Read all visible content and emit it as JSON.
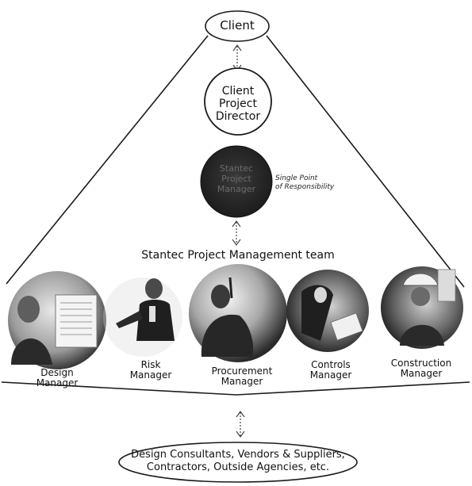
{
  "diagram": {
    "client": {
      "label": "Client"
    },
    "client_project_director": {
      "label": "Client\nProject\nDirector"
    },
    "stantec_project_manager": {
      "label": "Stantec\nProject\nManager"
    },
    "single_point_note": {
      "label": "Single Point\nof Responsibility"
    },
    "team": {
      "title": "Stantec Project Management team",
      "members": [
        {
          "label": "Design\nManager",
          "photo": "person-at-document-board"
        },
        {
          "label": "Risk\nManager",
          "photo": "man-in-suit-gesturing"
        },
        {
          "label": "Procurement\nManager",
          "photo": "man-writing-on-board"
        },
        {
          "label": "Controls\nManager",
          "photo": "person-at-desk"
        },
        {
          "label": "Construction\nManager",
          "photo": "worker-with-hard-hat"
        }
      ]
    },
    "stakeholders": {
      "label": "Design Consultants, Vendors & Suppliers,\nContractors, Outside Agencies, etc."
    },
    "connector": "double-headed-dotted-arrow",
    "colors": {
      "line": "#1a1a1a",
      "pm_circle": "#2b2b2b",
      "photo_dark": "#222222",
      "photo_light": "#bdbdbd"
    }
  }
}
